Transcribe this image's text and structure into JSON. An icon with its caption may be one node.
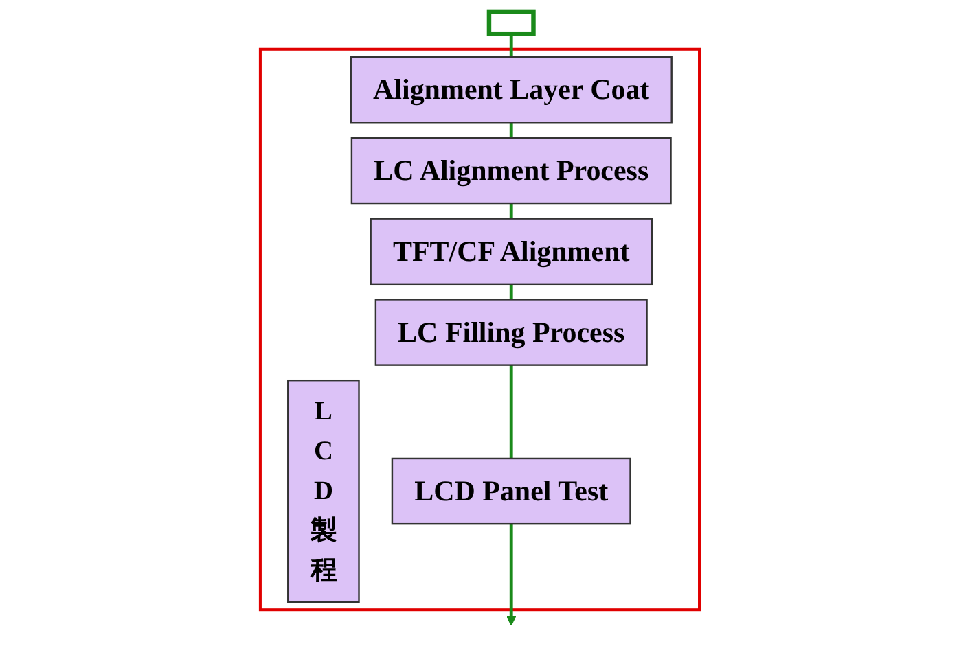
{
  "diagram": {
    "nodes": [
      {
        "text": [],
        "shape": "box"
      },
      {
        "text": [],
        "shape": "box"
      },
      {
        "text": [
          "LCD製程"
        ],
        "in": 1
      },
      {
        "text": [
          "Alignment Layer Coat"
        ],
        "in": 1
      },
      {
        "text": [
          "LC Alignment Process"
        ],
        "in": 1
      },
      {
        "text": [
          "TFT/CF Alignment"
        ],
        "in": 1
      },
      {
        "text": [
          "LC Filling Process"
        ],
        "in": 1
      },
      {
        "text": [
          "LCD Panel Test"
        ],
        "in": 1
      }
    ],
    "edges": [
      {
        "from": 0,
        "to": 3,
        "arrow": "none"
      },
      {
        "from": 3,
        "to": 4,
        "arrow": "none"
      },
      {
        "from": 4,
        "to": 5,
        "arrow": "none"
      },
      {
        "from": 5,
        "to": 6,
        "arrow": "none"
      },
      {
        "from": 6,
        "to": 7,
        "arrow": "none"
      },
      {
        "from": 7,
        "to": null,
        "arrow": "to"
      }
    ]
  }
}
